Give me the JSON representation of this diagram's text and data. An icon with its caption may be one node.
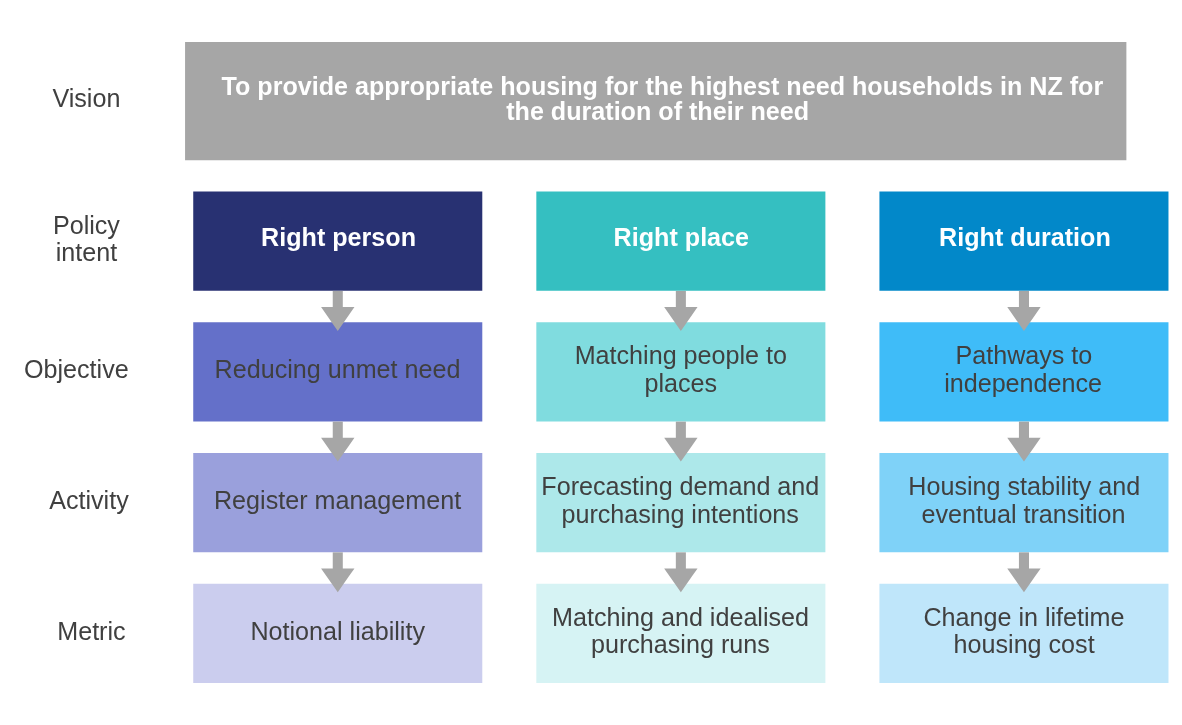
{
  "diagram": {
    "nodes": [
      {
        "text": [
          "To provide appropriate housing for the highest need households in NZ for the duration of their need"
        ]
      },
      {
        "text": [
          "Right person"
        ]
      },
      {
        "text": [
          "Right place"
        ]
      },
      {
        "text": [
          "Right duration"
        ]
      },
      {
        "text": [
          "Reducing unmet need"
        ]
      },
      {
        "text": [
          "Matching people to places"
        ]
      },
      {
        "text": [
          "Pathways to independence"
        ]
      },
      {
        "text": [
          "Register management"
        ]
      },
      {
        "text": [
          "Forecasting demand and purchasing intentions"
        ]
      },
      {
        "text": [
          "Housing stability and eventual transition"
        ]
      },
      {
        "text": [
          "Notional liability"
        ]
      },
      {
        "text": [
          "Matching and idealised purchasing runs"
        ]
      },
      {
        "text": [
          "Change in lifetime housing cost"
        ]
      }
    ],
    "edges": [
      {
        "from": 1,
        "to": 4,
        "arrow": "to"
      },
      {
        "from": 2,
        "to": 5,
        "arrow": "to"
      },
      {
        "from": 3,
        "to": 6,
        "arrow": "to"
      },
      {
        "from": 4,
        "to": 7,
        "arrow": "to"
      },
      {
        "from": 5,
        "to": 8,
        "arrow": "to"
      },
      {
        "from": 6,
        "to": 9,
        "arrow": "to"
      },
      {
        "from": 7,
        "to": 10,
        "arrow": "to"
      },
      {
        "from": 8,
        "to": 11,
        "arrow": "to"
      },
      {
        "from": 9,
        "to": 12,
        "arrow": "to"
      }
    ],
    "labels": [
      "Vision",
      "Policy intent",
      "Objective",
      "Activity",
      "Metric"
    ]
  }
}
